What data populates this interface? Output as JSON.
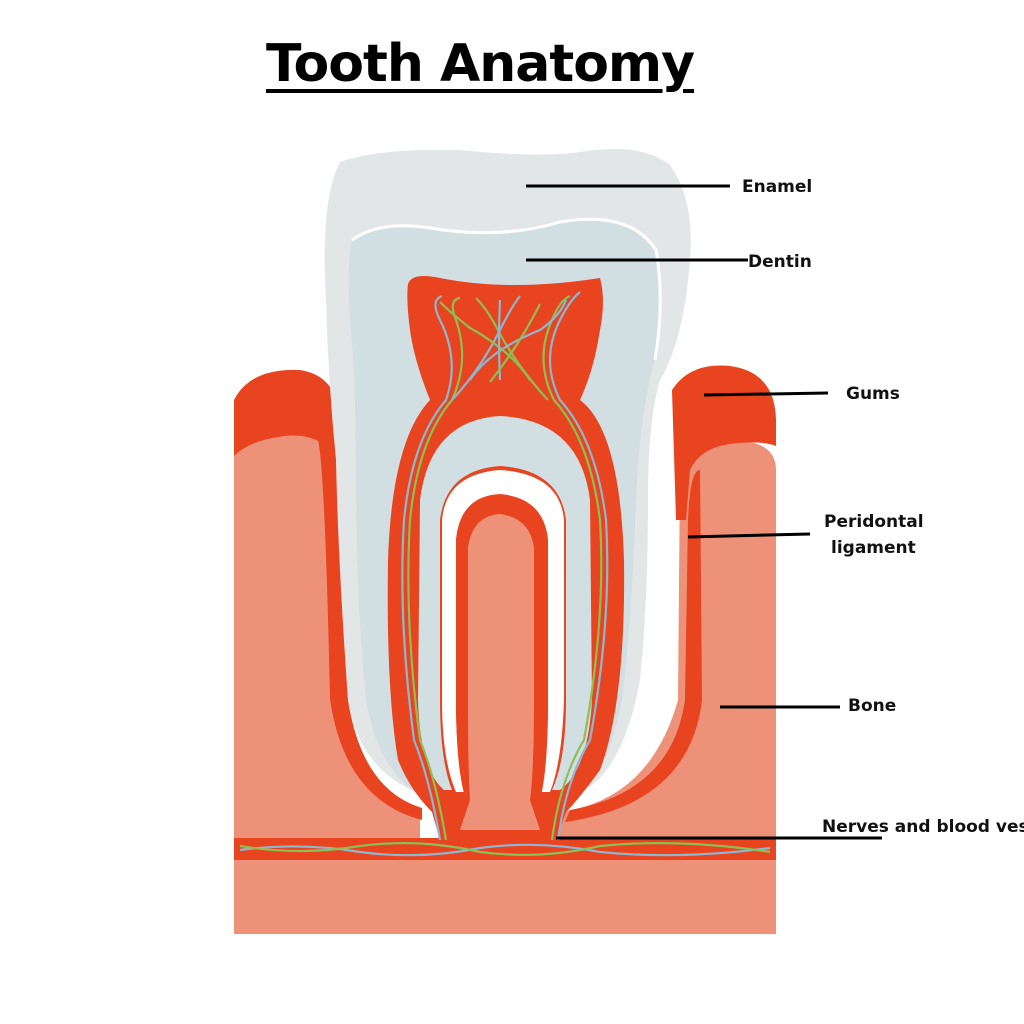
{
  "title": "Tooth Anatomy",
  "colors": {
    "enamel": "#e3e6e7",
    "dentin": "#d2dfe2",
    "pulp": "#e8441f",
    "gums": "#e8441f",
    "bone": "#ee9179",
    "nerve": "#8fb6cf",
    "vessel": "#8fbf54",
    "background": "#ffffff"
  },
  "labels": {
    "enamel": "Enamel",
    "dentin": "Dentin",
    "gums": "Gums",
    "periodontal_line1": "Peridontal",
    "periodontal_line2": "ligament",
    "bone": "Bone",
    "nerves": "Nerves and blood vess"
  }
}
